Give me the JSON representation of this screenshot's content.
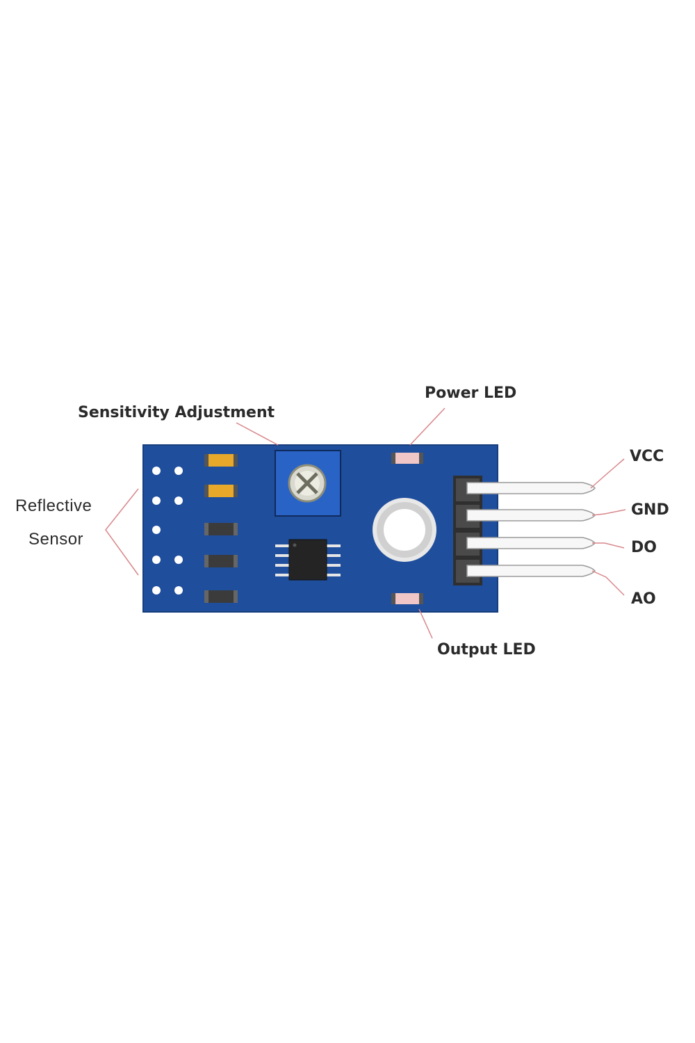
{
  "labels": {
    "sensitivity_adjustment": "Sensitivity Adjustment",
    "power_led": "Power LED",
    "output_led": "Output LED",
    "reflective": "Reflective",
    "sensor": "Sensor"
  },
  "pins": [
    "VCC",
    "GND",
    "DO",
    "AO"
  ],
  "colors": {
    "board": "#1f4e9c",
    "board_edge": "#163d7c",
    "pot_body": "#2a63c6",
    "callout_line": "#d9868a",
    "pin_metal": "#f4f4f4",
    "header_block": "#3a3a3a",
    "smd_amber": "#e8a92b",
    "smd_dark": "#3b3b3b",
    "led_pink": "#f0c6c6",
    "label_text": "#2a2a2a"
  }
}
